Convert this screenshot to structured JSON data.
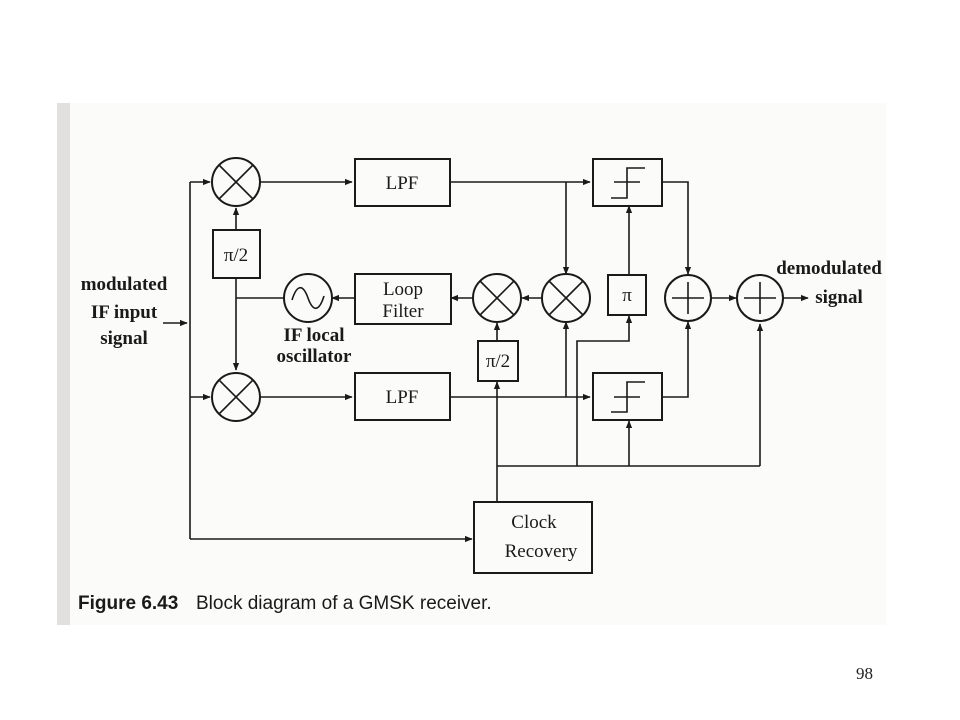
{
  "labels": {
    "input": [
      "modulated",
      "IF input",
      "signal"
    ],
    "output": [
      "demodulated",
      "signal"
    ],
    "lpf_top": "LPF",
    "lpf_bottom": "LPF",
    "loop_filter": [
      "Loop",
      "Filter"
    ],
    "phase_shift_left": "π/2",
    "phase_shift_mid": "π/2",
    "pi_box": "π",
    "oscillator": [
      "IF local",
      "oscillator"
    ],
    "clock_recovery": [
      "Clock",
      "Recovery"
    ]
  },
  "caption": {
    "number": "Figure 6.43",
    "text": "Block diagram of a GMSK receiver."
  },
  "page_number": "98"
}
